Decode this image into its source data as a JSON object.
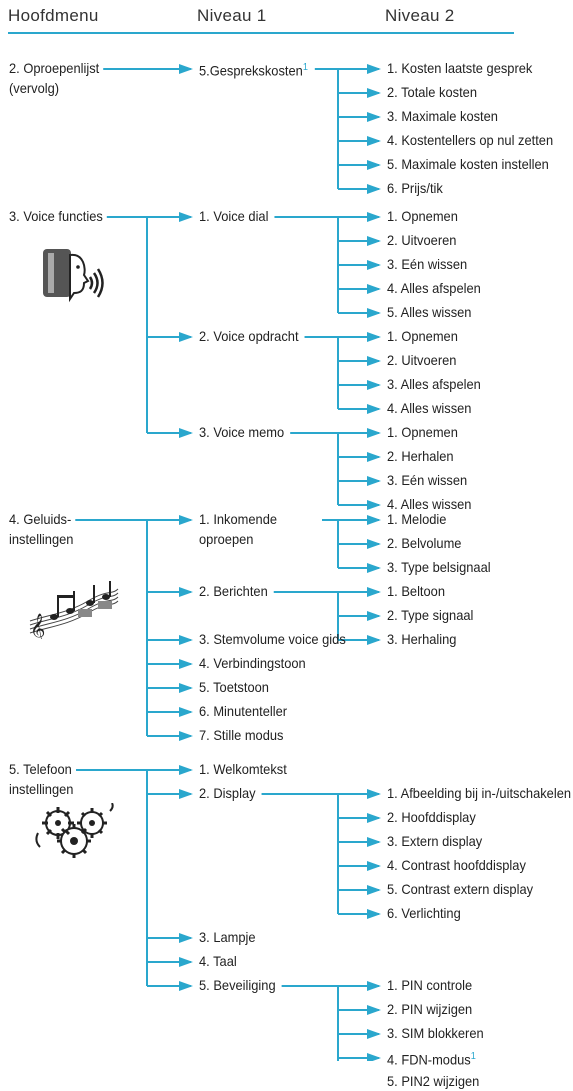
{
  "header": {
    "col1": "Hoofdmenu",
    "col2": "Niveau 1",
    "col3": "Niveau 2"
  },
  "accent_color": "#2aa7cd",
  "sections": [
    {
      "main": [
        "2. Oproepenlijst",
        "(vervolg)"
      ],
      "level1": [
        {
          "label": "5.Gesprekskosten",
          "footnote": "1",
          "children": [
            "1. Kosten laatste gesprek",
            "2. Totale kosten",
            "3. Maximale kosten",
            "4. Kostentellers op nul zetten",
            "5. Maximale kosten instellen",
            "6. Prijs/tik"
          ]
        }
      ]
    },
    {
      "main": [
        "3. Voice functies"
      ],
      "icon": "voice-head-icon",
      "level1": [
        {
          "label": "1. Voice dial",
          "children": [
            "1. Opnemen",
            "2. Uitvoeren",
            "3. Eén wissen",
            "4. Alles afspelen",
            "5. Alles wissen"
          ]
        },
        {
          "label": "2. Voice opdracht",
          "children": [
            "1. Opnemen",
            "2. Uitvoeren",
            "3. Alles afspelen",
            "4. Alles wissen"
          ]
        },
        {
          "label": "3. Voice memo",
          "children": [
            "1. Opnemen",
            "2. Herhalen",
            "3. Eén wissen",
            "4. Alles wissen"
          ]
        }
      ]
    },
    {
      "main": [
        "4. Geluids-",
        "instellingen"
      ],
      "icon": "music-notes-icon",
      "level1": [
        {
          "label": [
            "1. Inkomende",
            "oproepen"
          ],
          "children": [
            "1. Melodie",
            "2. Belvolume",
            "3. Type belsignaal"
          ]
        },
        {
          "label": "2. Berichten",
          "children": [
            "1. Beltoon",
            "2. Type signaal",
            "3. Herhaling"
          ]
        },
        {
          "label": "3. Stemvolume voice gids"
        },
        {
          "label": "4. Verbindingstoon"
        },
        {
          "label": "5. Toetstoon"
        },
        {
          "label": "6. Minutenteller"
        },
        {
          "label": "7. Stille modus"
        }
      ]
    },
    {
      "main": [
        "5. Telefoon",
        "instellingen"
      ],
      "icon": "gears-icon",
      "level1": [
        {
          "label": "1. Welkomtekst"
        },
        {
          "label": "2. Display",
          "children": [
            "1. Afbeelding bij in-/uitschakelen",
            "2. Hoofddisplay",
            "3. Extern display",
            "4. Contrast hoofddisplay",
            "5. Contrast extern display",
            "6. Verlichting"
          ]
        },
        {
          "label": "3. Lampje"
        },
        {
          "label": "4. Taal"
        },
        {
          "label": "5. Beveiliging",
          "children": [
            "1. PIN controle",
            "2. PIN wijzigen",
            "3. SIM blokkeren",
            "4. FDN-modus",
            "5. PIN2 wijzigen"
          ],
          "child_footnotes": {
            "3": "1"
          }
        }
      ]
    }
  ]
}
